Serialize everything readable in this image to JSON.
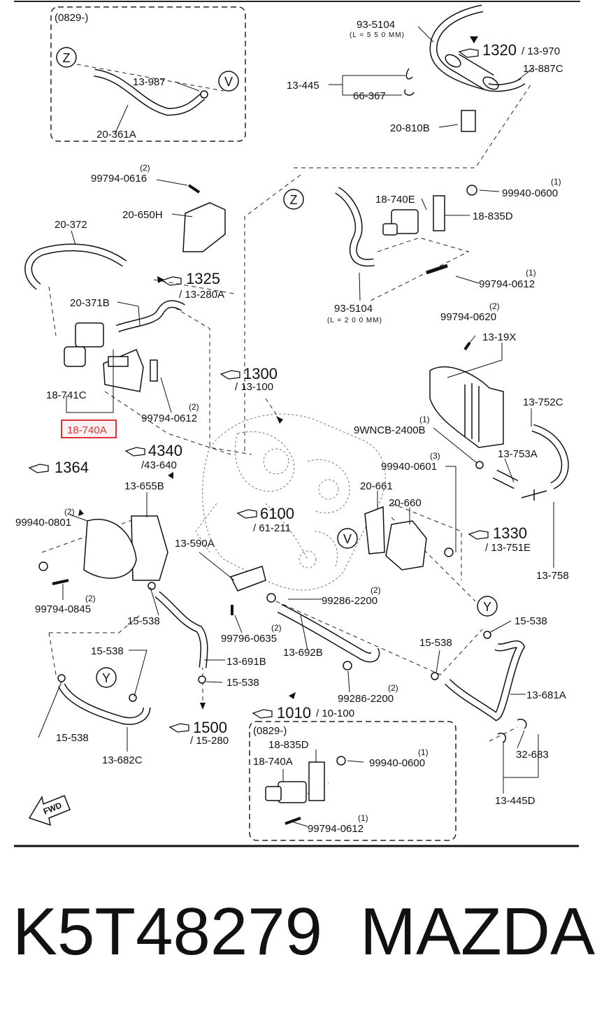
{
  "highlight_color": "#d9353a",
  "groups": {
    "top_left": "(0829-)",
    "bottom": "(0829-)"
  },
  "markers": {
    "z": "Z",
    "v": "V",
    "y": "Y"
  },
  "fwd": "FWD",
  "labels": {
    "p13_987": "13-987",
    "p20_361a": "20-361A",
    "p93_5104": "93-5104",
    "len550": "(L = 5 5 0 MM)",
    "p1320": "1320",
    "p13_970": "/ 13-970",
    "p13_887c": "13-887C",
    "p13_445": "13-445",
    "p66_367": "66-367",
    "p20_810b": "20-810B",
    "p99794_0616": "99794-0616",
    "q2": "(2)",
    "q1": "(1)",
    "q3": "(3)",
    "p20_650h": "20-650H",
    "p18_740e": "18-740E",
    "p99940_0600": "99940-0600",
    "p18_835d": "18-835D",
    "p20_372": "20-372",
    "p1325": "1325",
    "p13_280a": "/ 13-280A",
    "p99794_0612": "99794-0612",
    "p20_371b": "20-371B",
    "len200": "(L = 2 0 0 MM)",
    "p99794_0620": "99794-0620",
    "p13_19x": "13-19X",
    "p1300": "1300",
    "p13_100": "/ 13-100",
    "p18_741c": "18-741C",
    "p18_740a": "18-740A",
    "p13_752c": "13-752C",
    "p9wncb": "9WNCB-2400B",
    "p4340": "4340",
    "p43_640": "/43-640",
    "p13_753a": "13-753A",
    "p1364": "1364",
    "p99940_0601": "99940-0601",
    "p13_655b": "13-655B",
    "p20_661": "20-661",
    "p20_660": "20-660",
    "p99940_0801": "99940-0801",
    "p6100": "6100",
    "p61_211": "/ 61-211",
    "p1330": "1330",
    "p13_751e": "/ 13-751E",
    "p13_590a": "13-590A",
    "p13_758": "13-758",
    "p99794_0845": "99794-0845",
    "p99286_2200": "99286-2200",
    "p15_538": "15-538",
    "p99796_0635": "99796-0635",
    "p13_692b": "13-692B",
    "p13_691b": "13-691B",
    "p13_681a": "13-681A",
    "p13_682c": "13-682C",
    "p1010": "1010",
    "p10_100": "/ 10-100",
    "p1500": "1500",
    "p15_280": "/ 15-280",
    "p32_683": "32-683",
    "p13_445d": "13-445D"
  },
  "footer": {
    "part_number": "K5T48279",
    "brand": "MAZDA"
  }
}
